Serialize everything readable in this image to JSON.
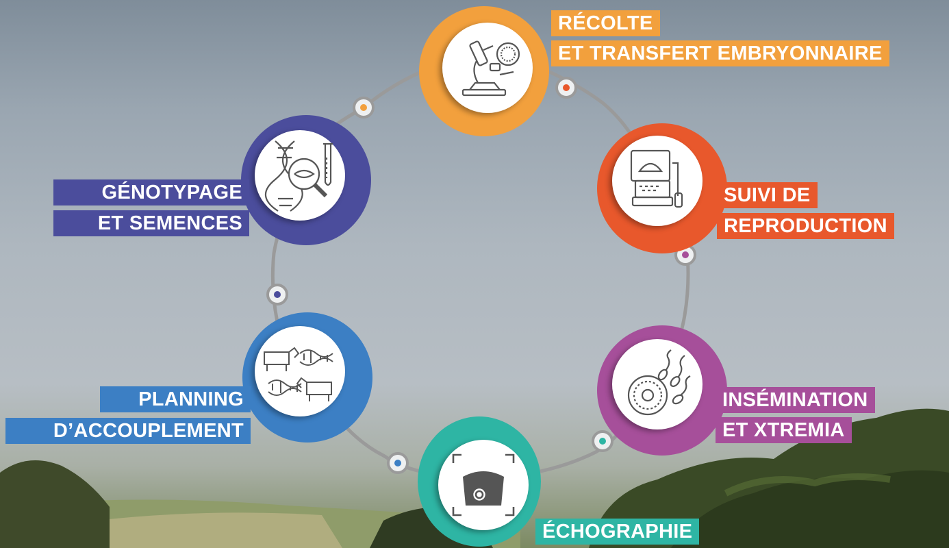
{
  "colors": {
    "orange": "#F2A03D",
    "red_orange": "#E8582C",
    "purple": "#A64F9A",
    "teal": "#2EB5A4",
    "blue": "#3C7FC4",
    "indigo": "#4B4D9C",
    "connector": "#9A9A9A"
  },
  "steps": [
    {
      "id": "recolte",
      "label_lines": [
        "RÉCOLTE",
        "ET TRANSFERT EMBRYONNAIRE"
      ],
      "color": "#F2A03D",
      "icon": "microscope-icon"
    },
    {
      "id": "suivi",
      "label_lines": [
        "SUIVI DE",
        "REPRODUCTION"
      ],
      "color": "#E8582C",
      "icon": "ultrasound-machine-icon"
    },
    {
      "id": "insemination",
      "label_lines": [
        "INSÉMINATION",
        "ET XTREMIA"
      ],
      "color": "#A64F9A",
      "icon": "sperm-cell-icon"
    },
    {
      "id": "echographie",
      "label_lines": [
        "ÉCHOGRAPHIE"
      ],
      "color": "#2EB5A4",
      "icon": "ultrasound-scan-icon"
    },
    {
      "id": "planning",
      "label_lines": [
        "PLANNING",
        "D’ACCOUPLEMENT"
      ],
      "color": "#3C7FC4",
      "icon": "cow-dna-icon"
    },
    {
      "id": "genotypage",
      "label_lines": [
        "GÉNOTYPAGE",
        "ET SEMENCES"
      ],
      "color": "#4B4D9C",
      "icon": "dna-magnifier-icon"
    }
  ],
  "connector_dots": [
    {
      "id": "dot-recolte-suivi",
      "color": "#E8582C"
    },
    {
      "id": "dot-suivi-insemination",
      "color": "#A64F9A"
    },
    {
      "id": "dot-insemination-echographie",
      "color": "#2EB5A4"
    },
    {
      "id": "dot-echographie-planning",
      "color": "#3C7FC4"
    },
    {
      "id": "dot-planning-genotypage",
      "color": "#4B4D9C"
    },
    {
      "id": "dot-genotypage-recolte",
      "color": "#F2A03D"
    }
  ]
}
